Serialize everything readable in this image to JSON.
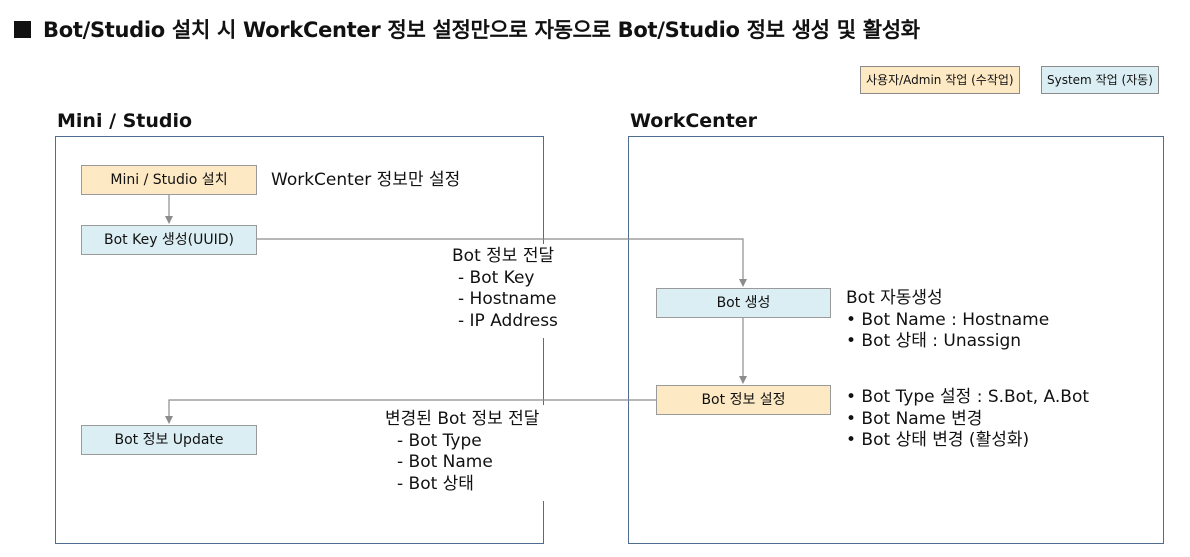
{
  "title": "Bot/Studio 설치 시 WorkCenter 정보 설정만으로 자동으로 Bot/Studio 정보 생성 및 활성화",
  "legend": {
    "user_label": "사용자/Admin 작업 (수작업)",
    "system_label": "System 작업 (자동)"
  },
  "sections": {
    "left_title": "Mini / Studio",
    "right_title": "WorkCenter"
  },
  "nodes": {
    "install": "Mini / Studio 설치",
    "botkey": "Bot Key 생성(UUID)",
    "update": "Bot 정보 Update",
    "create": "Bot 생성",
    "configure": "Bot 정보 설정"
  },
  "notes": {
    "install_note": "WorkCenter 정보만 설정",
    "transfer": {
      "heading": "Bot 정보 전달",
      "items": [
        "- Bot Key",
        "- Hostname",
        "- IP Address"
      ]
    },
    "changed_transfer": {
      "heading": "변경된 Bot 정보 전달",
      "items": [
        "- Bot Type",
        "- Bot Name",
        "- Bot 상태"
      ]
    },
    "auto_create": {
      "heading": "Bot 자동생성",
      "items": [
        "•  Bot Name : Hostname",
        "•  Bot 상태 : Unassign"
      ]
    },
    "config_items": [
      "•  Bot Type 설정 : S.Bot, A.Bot",
      "•  Bot Name 변경",
      "•  Bot 상태 변경 (활성화)"
    ]
  },
  "colors": {
    "user": "#fde9c4",
    "system": "#dbeef4",
    "panel_border": "#4f6e8f",
    "connector": "#8c8c8c"
  }
}
